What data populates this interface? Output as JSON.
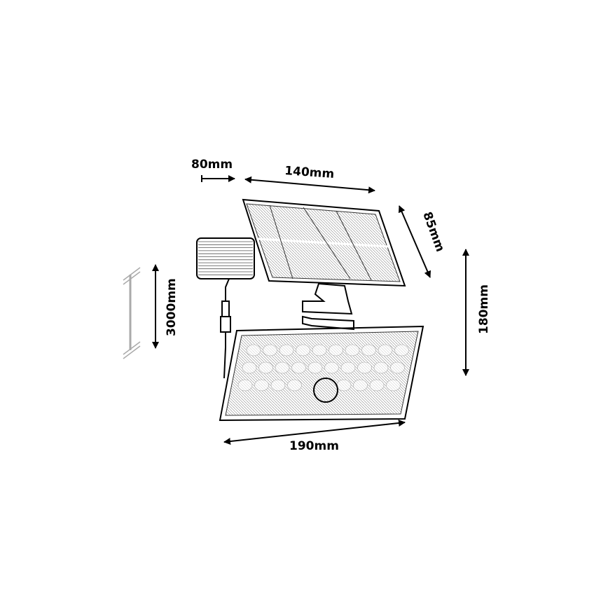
{
  "dimensions": {
    "depth": "80mm",
    "panel_width": "140mm",
    "panel_height": "85mm",
    "total_height": "180mm",
    "cable_length": "3000mm",
    "lamp_width": "190mm"
  },
  "colors": {
    "line": "#000000",
    "background": "#ffffff"
  }
}
